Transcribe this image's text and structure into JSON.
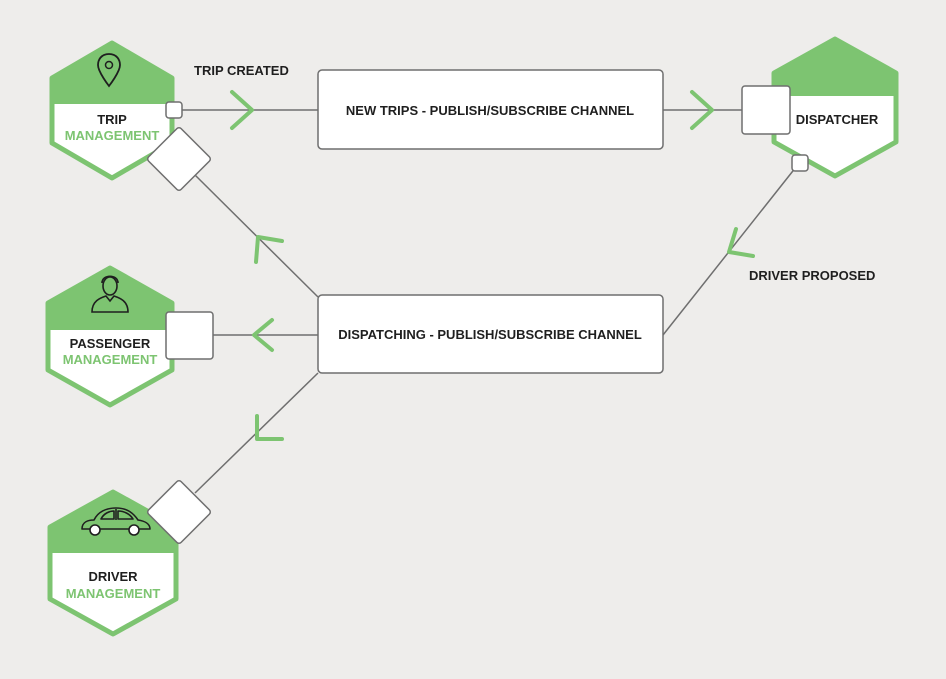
{
  "colors": {
    "background": "#eeedeb",
    "accent": "#7dc471",
    "line": "#6f6f6f",
    "text": "#1f1f1f",
    "box_fill": "#ffffff"
  },
  "services": {
    "trip": {
      "line1": "TRIP",
      "line2": "MANAGEMENT",
      "icon": "map-pin-icon"
    },
    "passenger": {
      "line1": "PASSENGER",
      "line2": "MANAGEMENT",
      "icon": "person-icon"
    },
    "driver": {
      "line1": "DRIVER",
      "line2": "MANAGEMENT",
      "icon": "car-icon"
    },
    "dispatcher": {
      "line1": "DISPATCHER"
    }
  },
  "channels": {
    "new_trips": {
      "label": "NEW TRIPS - PUBLISH/SUBSCRIBE CHANNEL"
    },
    "dispatching": {
      "label": "DISPATCHING - PUBLISH/SUBSCRIBE CHANNEL"
    }
  },
  "events": {
    "trip_created": "TRIP CREATED",
    "driver_proposed": "DRIVER PROPOSED"
  }
}
